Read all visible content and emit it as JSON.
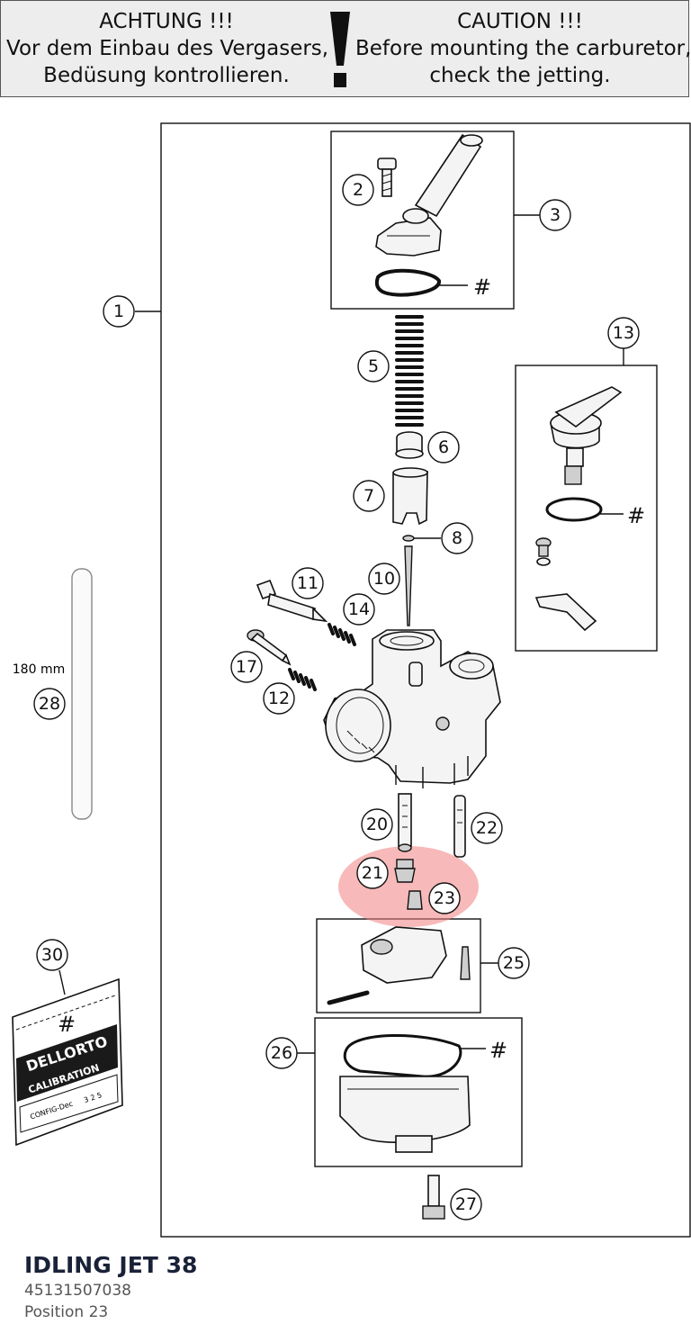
{
  "banner": {
    "german": {
      "heading": "ACHTUNG !!!",
      "line1": "Vor dem Einbau des Vergasers,",
      "line2": "Bedüsung kontrollieren."
    },
    "english": {
      "heading": "CAUTION !!!",
      "line1": "Before mounting the carburetor,",
      "line2": "check the jetting."
    }
  },
  "diagram": {
    "callouts": [
      "1",
      "2",
      "3",
      "5",
      "6",
      "7",
      "8",
      "10",
      "11",
      "12",
      "13",
      "14",
      "17",
      "20",
      "21",
      "22",
      "23",
      "25",
      "26",
      "27",
      "28",
      "30"
    ],
    "hash_mark": "#",
    "hose_length": "180 mm",
    "package": {
      "brand": "DELLORTO",
      "label": "CALIBRATION",
      "config": "CONFIG-Dec",
      "code": "3 2 5"
    },
    "highlight_color": "#f08080"
  },
  "part": {
    "name": "IDLING JET 38",
    "number": "45131507038",
    "position": "Position 23"
  }
}
